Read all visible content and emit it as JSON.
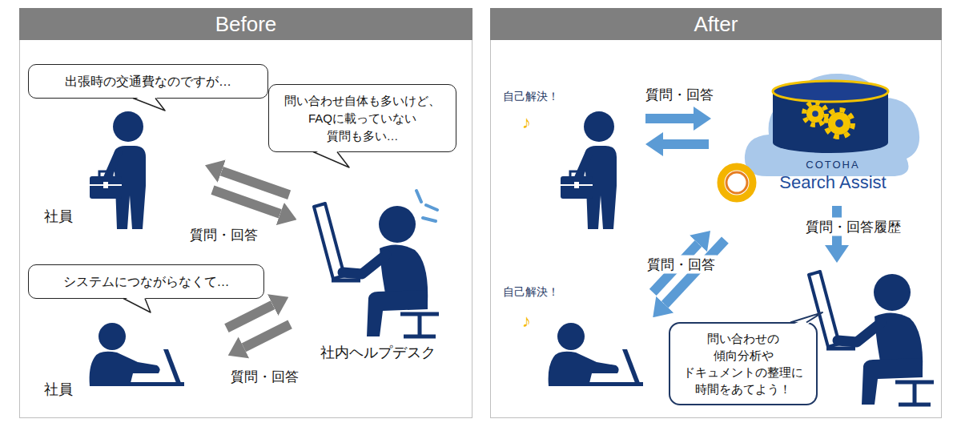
{
  "diagram": {
    "nodes": [
      {
        "text": [
          "Before"
        ]
      },
      {
        "text": [
          "出張時の交通費なのですが…"
        ],
        "in": 0
      },
      {
        "text": [
          "問い合わせ自体も多いけど、 FAQに載っていない 質問も多い…"
        ],
        "in": 0
      },
      {
        "text": [
          "社員"
        ],
        "in": 0
      },
      {
        "text": [
          "システムにつながらなくて…"
        ],
        "in": 0
      },
      {
        "text": [
          "社内ヘルプデスク"
        ],
        "in": 0
      },
      {
        "text": [
          "社員"
        ],
        "in": 0
      },
      {
        "text": [
          "After"
        ]
      },
      {
        "text": [
          "自己解決！"
        ],
        "in": 7
      },
      {
        "text": [
          "COTOHA",
          "Search Assist"
        ],
        "in": 7
      },
      {
        "text": [
          "自己解決！"
        ],
        "in": 7
      },
      {
        "text": [
          "問い合わせの 傾向分析や ドキュメントの整理に 時間をあてよう！"
        ],
        "in": 7
      }
    ],
    "edges": [
      {
        "from": 3,
        "to": 5,
        "arrow": "to",
        "label": "質問・回答"
      },
      {
        "from": 5,
        "to": 3,
        "arrow": "to"
      },
      {
        "from": 6,
        "to": 5,
        "arrow": "to",
        "label": "質問・回答"
      },
      {
        "from": 5,
        "to": 6,
        "arrow": "to"
      },
      {
        "from": 8,
        "to": 9,
        "arrow": "to",
        "label": "質問・回答"
      },
      {
        "from": 9,
        "to": 8,
        "arrow": "to"
      },
      {
        "from": 9,
        "to": 11,
        "arrow": "to",
        "label": "質問・回答履歴"
      },
      {
        "from": 10,
        "to": 9,
        "arrow": "to",
        "label": "質問・回答"
      },
      {
        "from": 9,
        "to": 10,
        "arrow": "to"
      }
    ],
    "labels": [
      "♪",
      "♪"
    ]
  }
}
